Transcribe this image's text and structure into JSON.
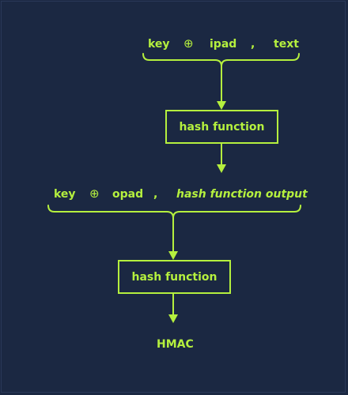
{
  "diagram": {
    "inner_input": {
      "key": "key",
      "xor": "⊕",
      "pad": "ipad",
      "sep": ",",
      "message": "text"
    },
    "inner_hash": "hash function",
    "outer_input": {
      "key": "key",
      "xor": "⊕",
      "pad": "opad",
      "sep": ",",
      "message": "hash function output"
    },
    "outer_hash": "hash function",
    "result": "HMAC",
    "colors": {
      "background": "#1b2842",
      "accent": "#b5f03e"
    }
  }
}
